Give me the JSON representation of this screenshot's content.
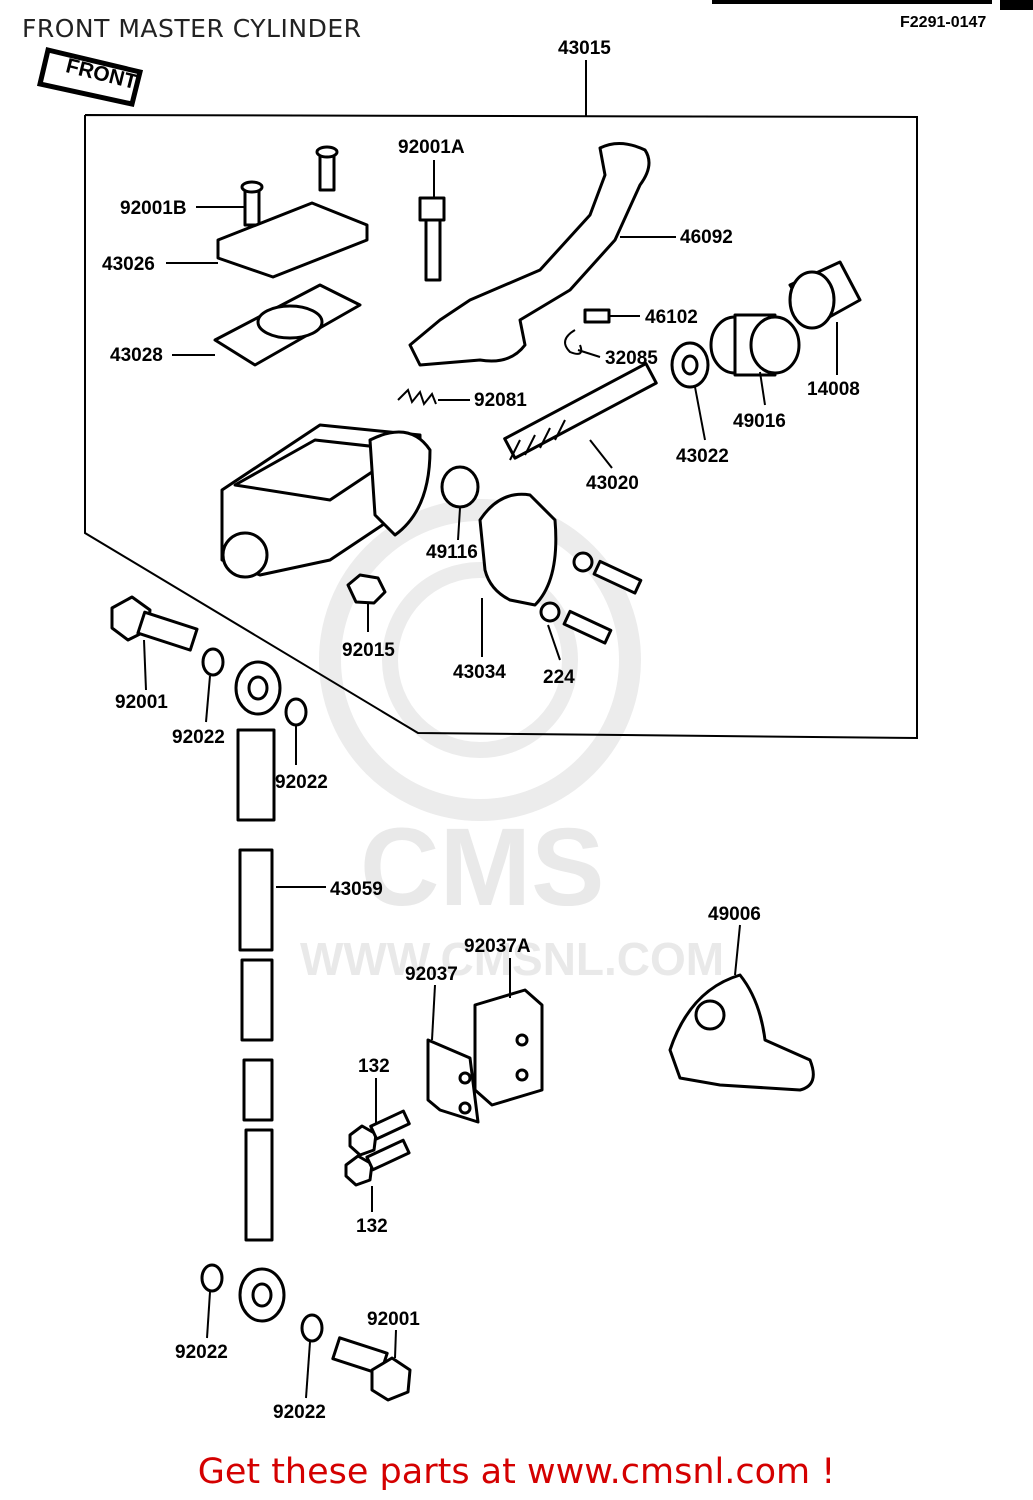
{
  "header": {
    "title": "FRONT MASTER CYLINDER",
    "figure_code": "F2291-0147",
    "front_tag": "FRONT"
  },
  "watermark": {
    "brand": "CMS",
    "url": "WWW.CMSNL.COM"
  },
  "callouts": {
    "p43015": "43015",
    "p92001A": "92001A",
    "p92001B": "92001B",
    "p43026": "43026",
    "p46092": "46092",
    "p43028": "43028",
    "p46102": "46102",
    "p32085": "32085",
    "p14008": "14008",
    "p92081": "92081",
    "p49016": "49016",
    "p43022": "43022",
    "p43020": "43020",
    "p49116": "49116",
    "p92015": "92015",
    "p43034": "43034",
    "p224": "224",
    "p92001_top": "92001",
    "p92022_a": "92022",
    "p92022_b": "92022",
    "p43059": "43059",
    "p49006": "49006",
    "p92037A": "92037A",
    "p92037": "92037",
    "p132_a": "132",
    "p132_b": "132",
    "p92001_bottom": "92001",
    "p92022_c": "92022",
    "p92022_d": "92022"
  },
  "footer": {
    "text": "Get these parts at www.cmsnl.com !"
  }
}
